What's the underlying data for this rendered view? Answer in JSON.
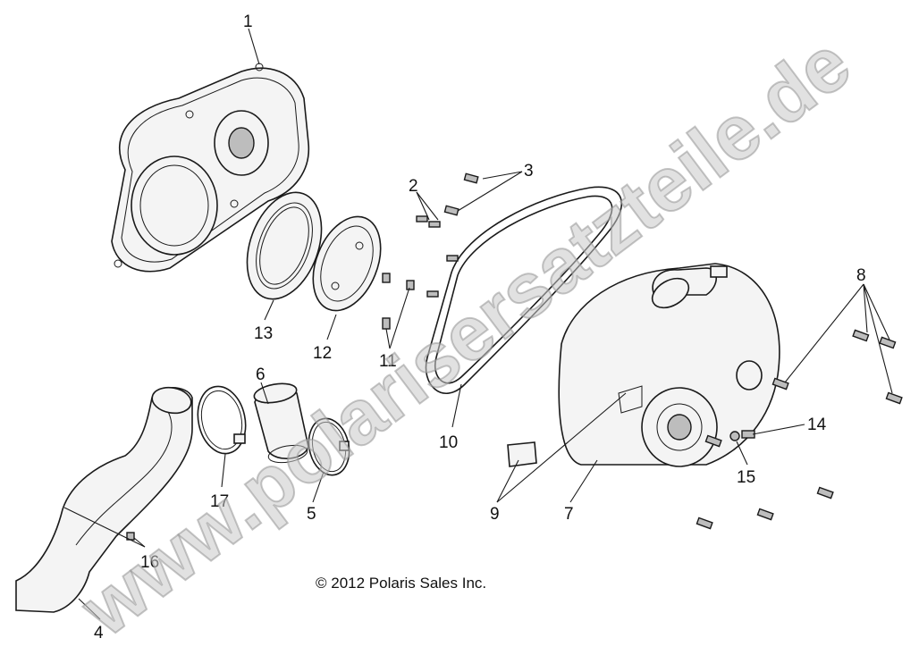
{
  "callouts": {
    "c1": "1",
    "c2": "2",
    "c3": "3",
    "c4": "4",
    "c5": "5",
    "c6": "6",
    "c7": "7",
    "c8": "8",
    "c9": "9",
    "c10": "10",
    "c11": "11",
    "c12": "12",
    "c13": "13",
    "c14": "14",
    "c15": "15",
    "c16": "16",
    "c17": "17"
  },
  "copyright": "© 2012 Polaris Sales Inc.",
  "watermark": "www.polarisersatzteile.de",
  "colors": {
    "line": "#1a1a1a",
    "background": "#ffffff",
    "watermark": "#c8c8c8"
  }
}
